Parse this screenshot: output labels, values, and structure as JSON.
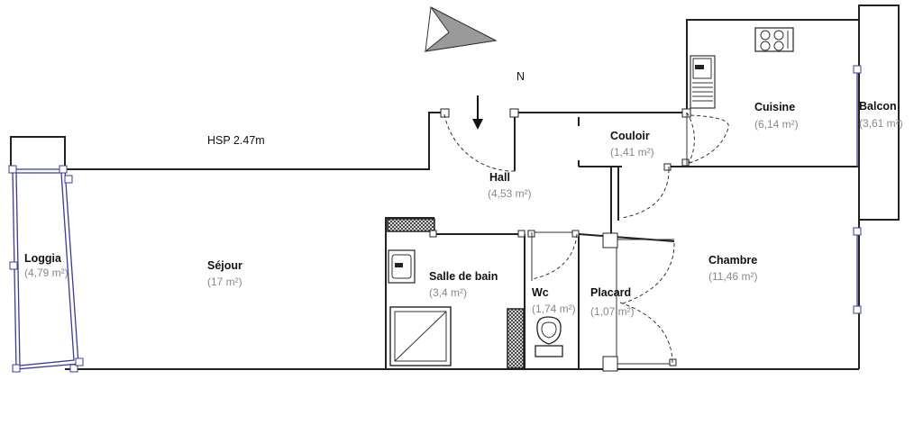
{
  "plan": {
    "north_label": "N",
    "height_note": "HSP 2.47m",
    "rooms": {
      "loggia": {
        "name": "Loggia",
        "area": "(4,79 m²)"
      },
      "sejour": {
        "name": "Séjour",
        "area": "(17 m²)"
      },
      "hall": {
        "name": "Hall",
        "area": "(4,53 m²)"
      },
      "couloir": {
        "name": "Couloir",
        "area": "(1,41 m²)"
      },
      "cuisine": {
        "name": "Cuisine",
        "area": "(6,14 m²)"
      },
      "balcon": {
        "name": "Balcon",
        "area": "(3,61 m²)"
      },
      "sdb": {
        "name": "Salle de bain",
        "area": "(3,4 m²)"
      },
      "wc": {
        "name": "Wc",
        "area": "(1,74 m²)"
      },
      "placard": {
        "name": "Placard",
        "area": "(1,07 m²)"
      },
      "chambre": {
        "name": "Chambre",
        "area": "(11,46 m²)"
      }
    },
    "colors": {
      "wall": "#222222",
      "selection": "#3a3aa0",
      "area_text": "#888888"
    }
  }
}
